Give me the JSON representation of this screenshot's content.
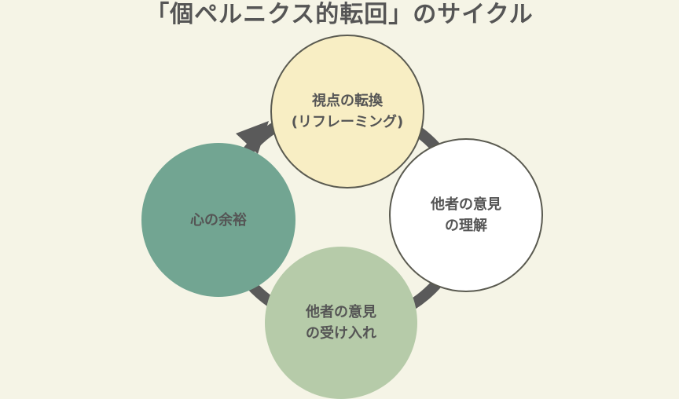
{
  "title": "「個ペルニクス的転回」のサイクル",
  "nodes": {
    "top": {
      "line1": "視点の転換",
      "line2": "(リフレーミング)"
    },
    "right": {
      "line1": "他者の意見",
      "line2": "の理解"
    },
    "bottom": {
      "line1": "他者の意見",
      "line2": "の受け入れ"
    },
    "left": {
      "line1": "心の余裕"
    }
  },
  "colors": {
    "background": "#f5f4e6",
    "ring": "#5a5a5a",
    "top": "#f8eec4",
    "right": "#ffffff",
    "bottom": "#b6cba9",
    "left": "#72a592"
  }
}
